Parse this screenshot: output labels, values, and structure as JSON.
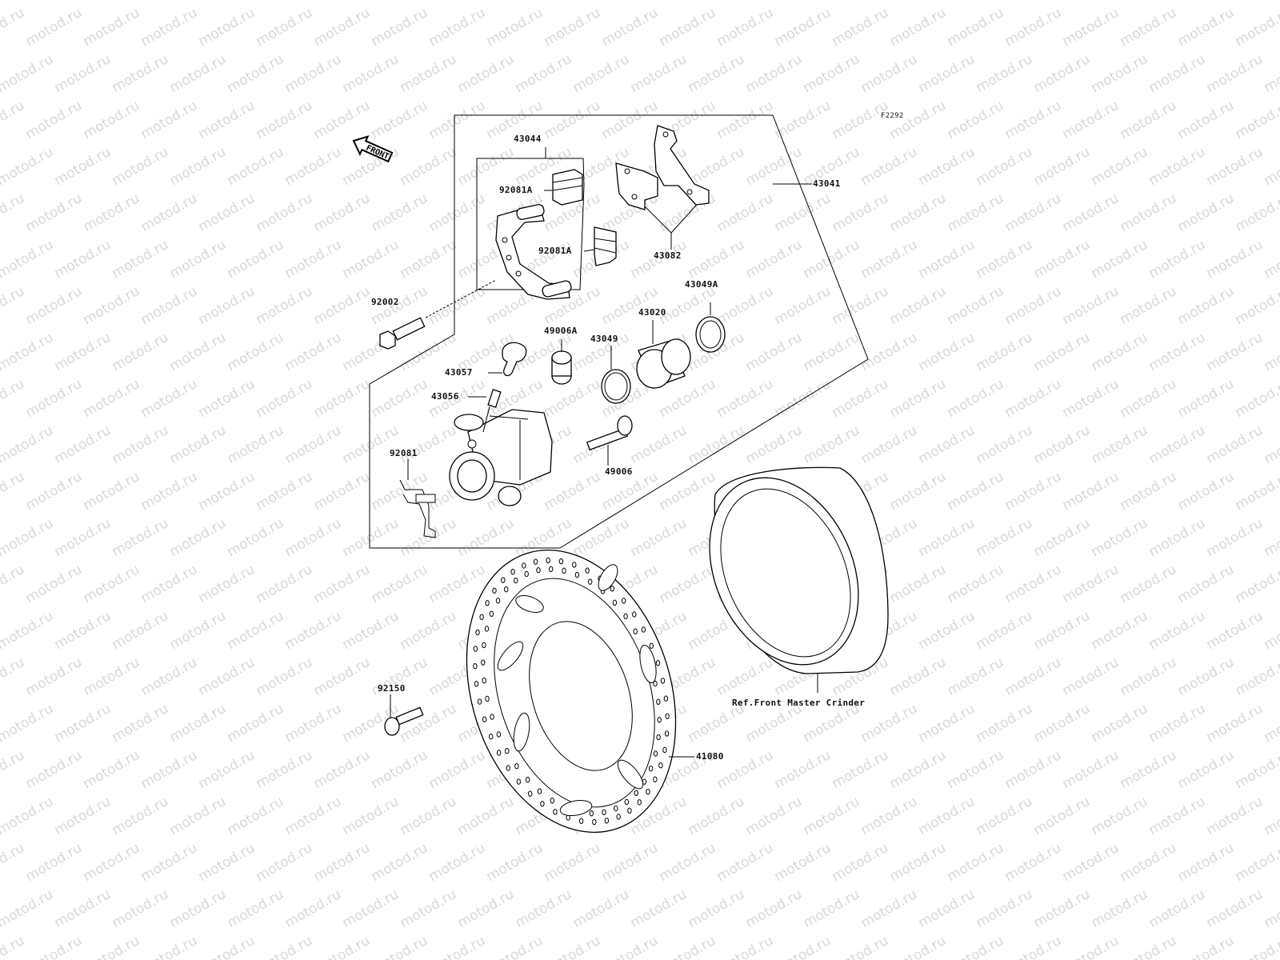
{
  "diagram": {
    "figure_code": "F2292",
    "watermark": "motod.ru",
    "front_marker": "FRONT",
    "reference_note": "Ref.Front Master Crinder",
    "colors": {
      "line": "#000000",
      "watermark": "#d8d8d8",
      "background": "#ffffff"
    },
    "labels": {
      "l43044": "43044",
      "l92081A_top": "92081A",
      "l92081A_mid": "92081A",
      "l43082": "43082",
      "l43041": "43041",
      "l43049A": "43049A",
      "l43020": "43020",
      "l92002": "92002",
      "l49006A": "49006A",
      "l43049": "43049",
      "l43057": "43057",
      "l43056": "43056",
      "l92081": "92081",
      "l49006": "49006",
      "l92150": "92150",
      "l41080": "41080"
    }
  }
}
